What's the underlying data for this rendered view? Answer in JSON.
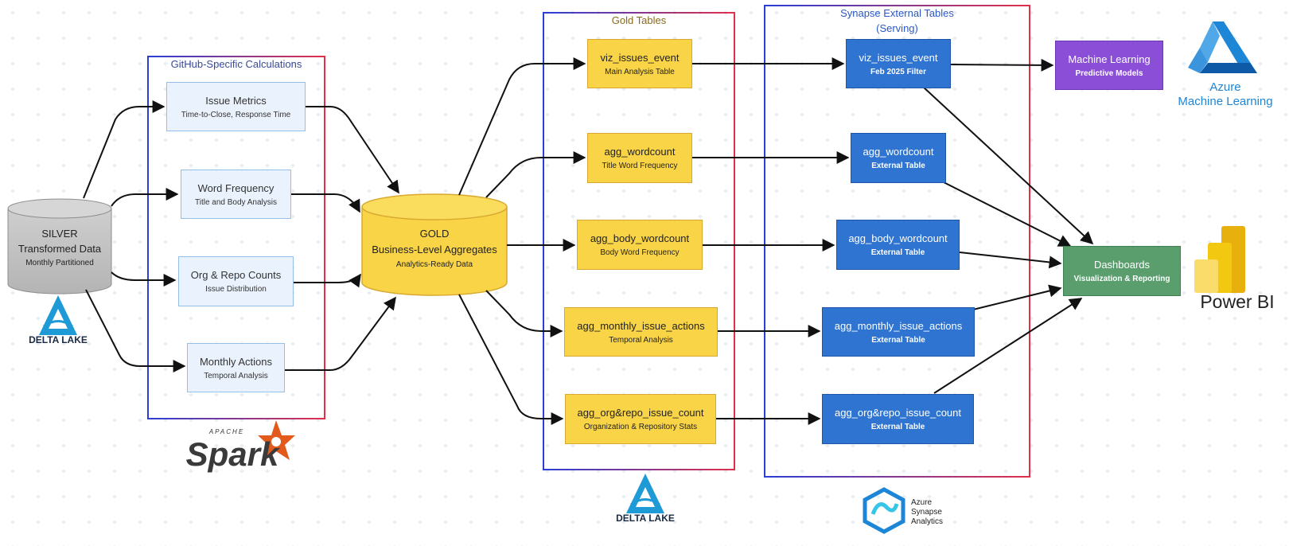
{
  "silver": {
    "title": "SILVER",
    "subtitle": "Transformed Data",
    "note": "Monthly Partitioned"
  },
  "gold_store": {
    "title": "GOLD",
    "subtitle": "Business-Level Aggregates",
    "note": "Analytics-Ready Data"
  },
  "groups": {
    "github": "GitHub-Specific Calculations",
    "gold_tables": "Gold Tables",
    "synapse": [
      "Synapse External Tables",
      "(Serving)"
    ]
  },
  "calculations": [
    {
      "title": "Issue Metrics",
      "desc": "Time-to-Close, Response Time"
    },
    {
      "title": "Word Frequency",
      "desc": "Title and Body Analysis"
    },
    {
      "title": "Org & Repo Counts",
      "desc": "Issue Distribution"
    },
    {
      "title": "Monthly Actions",
      "desc": "Temporal Analysis"
    }
  ],
  "gold_tables": [
    {
      "title": "viz_issues_event",
      "desc": "Main Analysis Table"
    },
    {
      "title": "agg_wordcount",
      "desc": "Title Word Frequency"
    },
    {
      "title": "agg_body_wordcount",
      "desc": "Body Word Frequency"
    },
    {
      "title": "agg_monthly_issue_actions",
      "desc": "Temporal Analysis"
    },
    {
      "title": "agg_org&repo_issue_count",
      "desc": "Organization & Repository Stats"
    }
  ],
  "synapse_tables": [
    {
      "title": "viz_issues_event",
      "desc": "Feb 2025 Filter"
    },
    {
      "title": "agg_wordcount",
      "desc": "External Table"
    },
    {
      "title": "agg_body_wordcount",
      "desc": "External Table"
    },
    {
      "title": "agg_monthly_issue_actions",
      "desc": "External Table"
    },
    {
      "title": "agg_org&repo_issue_count",
      "desc": "External Table"
    }
  ],
  "ml": {
    "title": "Machine Learning",
    "desc": "Predictive Models"
  },
  "dashboards": {
    "title": "Dashboards",
    "desc": "Visualization & Reporting"
  },
  "logos": {
    "delta_lake": "DELTA LAKE",
    "spark_small": "APACHE",
    "spark": "Spark",
    "azure_ml": [
      "Azure",
      "Machine Learning"
    ],
    "power_bi": "Power BI",
    "synapse": [
      "Azure",
      "Synapse",
      "Analytics"
    ]
  },
  "colors": {
    "calc_fill": "#eaf3fd",
    "gold_fill": "#f9d447",
    "synapse_fill": "#2f74d0",
    "ml_fill": "#8a4fd6",
    "dashboard_fill": "#5a9e6e",
    "silver_fill": "#c2c2c2",
    "azure_blue": "#1e86d6",
    "spark_orange": "#e25a1c",
    "powerbi_yellow": "#f2c811"
  }
}
